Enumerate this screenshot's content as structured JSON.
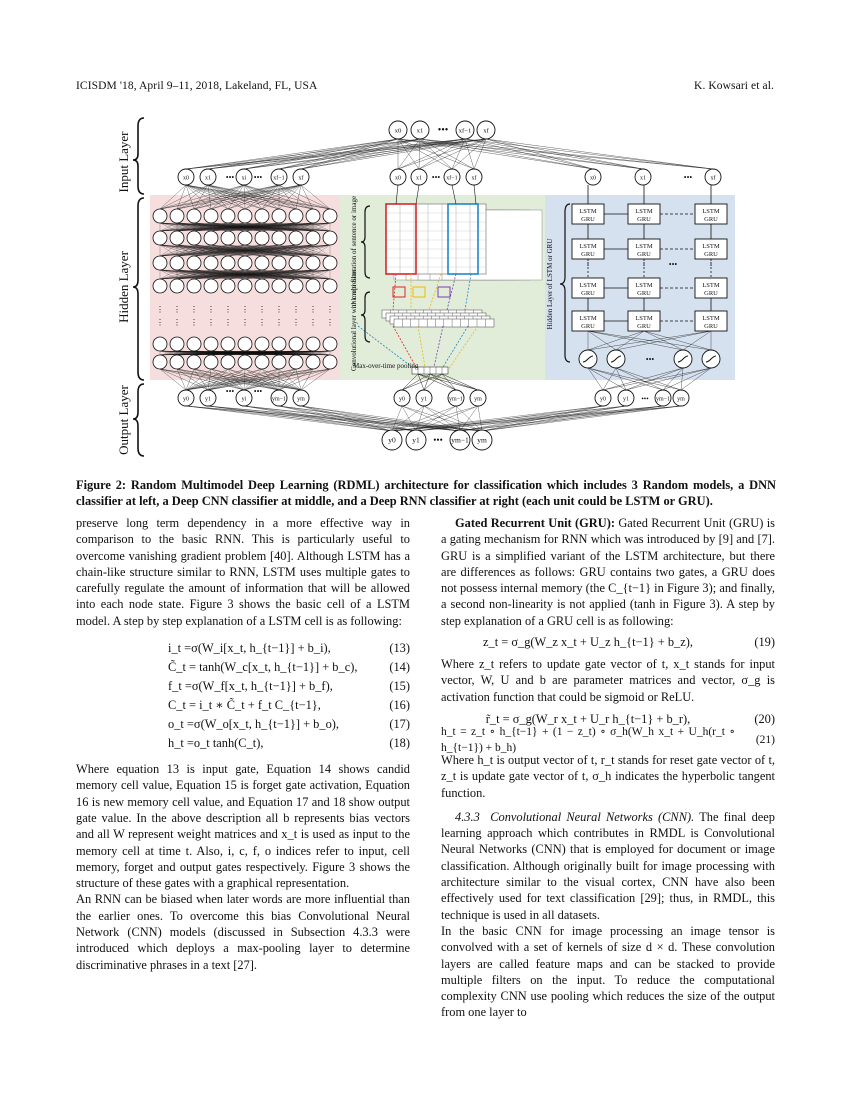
{
  "header": {
    "left": "ICISDM '18, April 9–11, 2018, Lakeland, FL, USA",
    "right": "K. Kowsari et al."
  },
  "figure": {
    "side_labels": {
      "input": "Input Layer",
      "hidden": "Hidden Layer",
      "output": "Output Layer"
    },
    "top_inputs": [
      "x0",
      "x1",
      "•••",
      "xf−1",
      "xf"
    ],
    "dnn_inputs": [
      "x0",
      "x1",
      "•••",
      "xi",
      "•••",
      "xf−1",
      "xf"
    ],
    "cnn_inputs": [
      "x0",
      "x1",
      "•••",
      "xf−1",
      "xf"
    ],
    "rnn_inputs": [
      "x0",
      "x1",
      "•••",
      "xf"
    ],
    "cnn_labels": {
      "matrix": "n×k representation of sentence or image",
      "conv": "Convolutional layer with multi filter",
      "pool": "Max-over-time pooling"
    },
    "rnn_label": "Hidden Layer of LSTM or GRU",
    "cell_line1": "LSTM",
    "cell_line2": "GRU",
    "dnn_outputs": [
      "y0",
      "y1",
      "•••",
      "yi",
      "•••",
      "ym−1",
      "ym"
    ],
    "cnn_outputs": [
      "y0",
      "y1",
      "ym−1",
      "ym"
    ],
    "rnn_outputs": [
      "y0",
      "y1",
      "•••",
      "ym−1",
      "ym"
    ],
    "final_outputs": [
      "y0",
      "y1",
      "•••",
      "ym−1",
      "ym"
    ]
  },
  "caption": {
    "prefix": "Figure 2: ",
    "text": "Random Multimodel Deep Learning (RDML) architecture for classification which includes 3 Random models, a DNN classifier at left, a Deep CNN classifier at middle, and a Deep RNN classifier at right (each unit could be LSTM or GRU)."
  },
  "left_col": {
    "p1": "preserve long term dependency in a more effective way in comparison to the basic RNN. This is particularly useful to overcome vanishing gradient problem [40]. Although LSTM has a chain-like structure similar to RNN, LSTM uses multiple gates to carefully regulate the amount of information that will be allowed into each node state. Figure 3 shows the basic cell of a LSTM model. A step by step explanation of a LSTM cell is as following:",
    "equations": [
      {
        "lhs": "i_t",
        "rhs": "=σ(W_i[x_t, h_{t−1}] + b_i),",
        "num": "(13)"
      },
      {
        "lhs": "C̃_t",
        "rhs": "= tanh(W_c[x_t, h_{t−1}] + b_c),",
        "num": "(14)"
      },
      {
        "lhs": "f_t",
        "rhs": "=σ(W_f[x_t, h_{t−1}] + b_f),",
        "num": "(15)"
      },
      {
        "lhs": "C_t",
        "rhs": "= i_t ∗ C̃_t + f_t C_{t−1},",
        "num": "(16)"
      },
      {
        "lhs": "o_t",
        "rhs": "=σ(W_o[x_t, h_{t−1}] + b_o),",
        "num": "(17)"
      },
      {
        "lhs": "h_t",
        "rhs": "=o_t tanh(C_t),",
        "num": "(18)"
      }
    ],
    "p2": "Where equation 13 is input gate, Equation 14 shows candid memory cell value, Equation 15 is forget gate activation, Equation 16 is new memory cell value, and Equation 17 and 18 show output gate value. In the above description all b represents bias vectors and all W represent weight matrices and x_t is used as input to the memory cell at time t. Also, i, c, f, o indices refer to input, cell memory, forget and output gates respectively. Figure 3 shows the structure of these gates with a graphical representation.",
    "p3": "An RNN can be biased when later words are more influential than the earlier ones. To overcome this bias Convolutional Neural Network (CNN) models (discussed in Subsection 4.3.3 were introduced which deploys a max-pooling layer to determine discriminative phrases in a text [27]."
  },
  "right_col": {
    "gru_head": "Gated Recurrent Unit (GRU):",
    "p1": "Gated Recurrent Unit (GRU) is a gating mechanism for RNN which was introduced by [9] and [7]. GRU is a simplified variant of the LSTM architecture, but there are differences as follows: GRU contains two gates, a GRU does not possess internal memory (the C_{t−1} in Figure 3); and finally, a second non-linearity is not applied (tanh in Figure 3). A step by step explanation of a GRU cell is as following:",
    "eq19": "z_t = σ_g(W_z x_t + U_z h_{t−1} + b_z),",
    "eq19n": "(19)",
    "p2": "Where z_t refers to update gate vector of t, x_t stands for input vector, W, U and b are parameter matrices and vector, σ_g is activation function that could be sigmoid or ReLU.",
    "eq20": "r̃_t = σ_g(W_r x_t + U_r h_{t−1} + b_r),",
    "eq20n": "(20)",
    "eq21": "h_t = z_t ∘ h_{t−1} + (1 − z_t) ∘ σ_h(W_h x_t + U_h(r_t ∘ h_{t−1}) + b_h)",
    "eq21n": "(21)",
    "p3": "Where h_t is output vector of t, r_t stands for reset gate vector of t, z_t is update gate vector of t, σ_h indicates the hyperbolic tangent function.",
    "sect_num": "4.3.3",
    "sect_title": "Convolutional Neural Networks (CNN).",
    "p4": "The final deep learning approach which contributes in RMDL is Convolutional Neural Networks (CNN) that is employed for document or image classification. Although originally built for image processing with architecture similar to the visual cortex, CNN have also been effectively used for text classification [29]; thus, in RMDL, this technique is used in all datasets.",
    "p5": "In the basic CNN for image processing an image tensor is convolved with a set of kernels of size d × d. These convolution layers are called feature maps and can be stacked to provide multiple filters on the input. To reduce the computational complexity CNN use pooling which reduces the size of the output from one layer to"
  }
}
